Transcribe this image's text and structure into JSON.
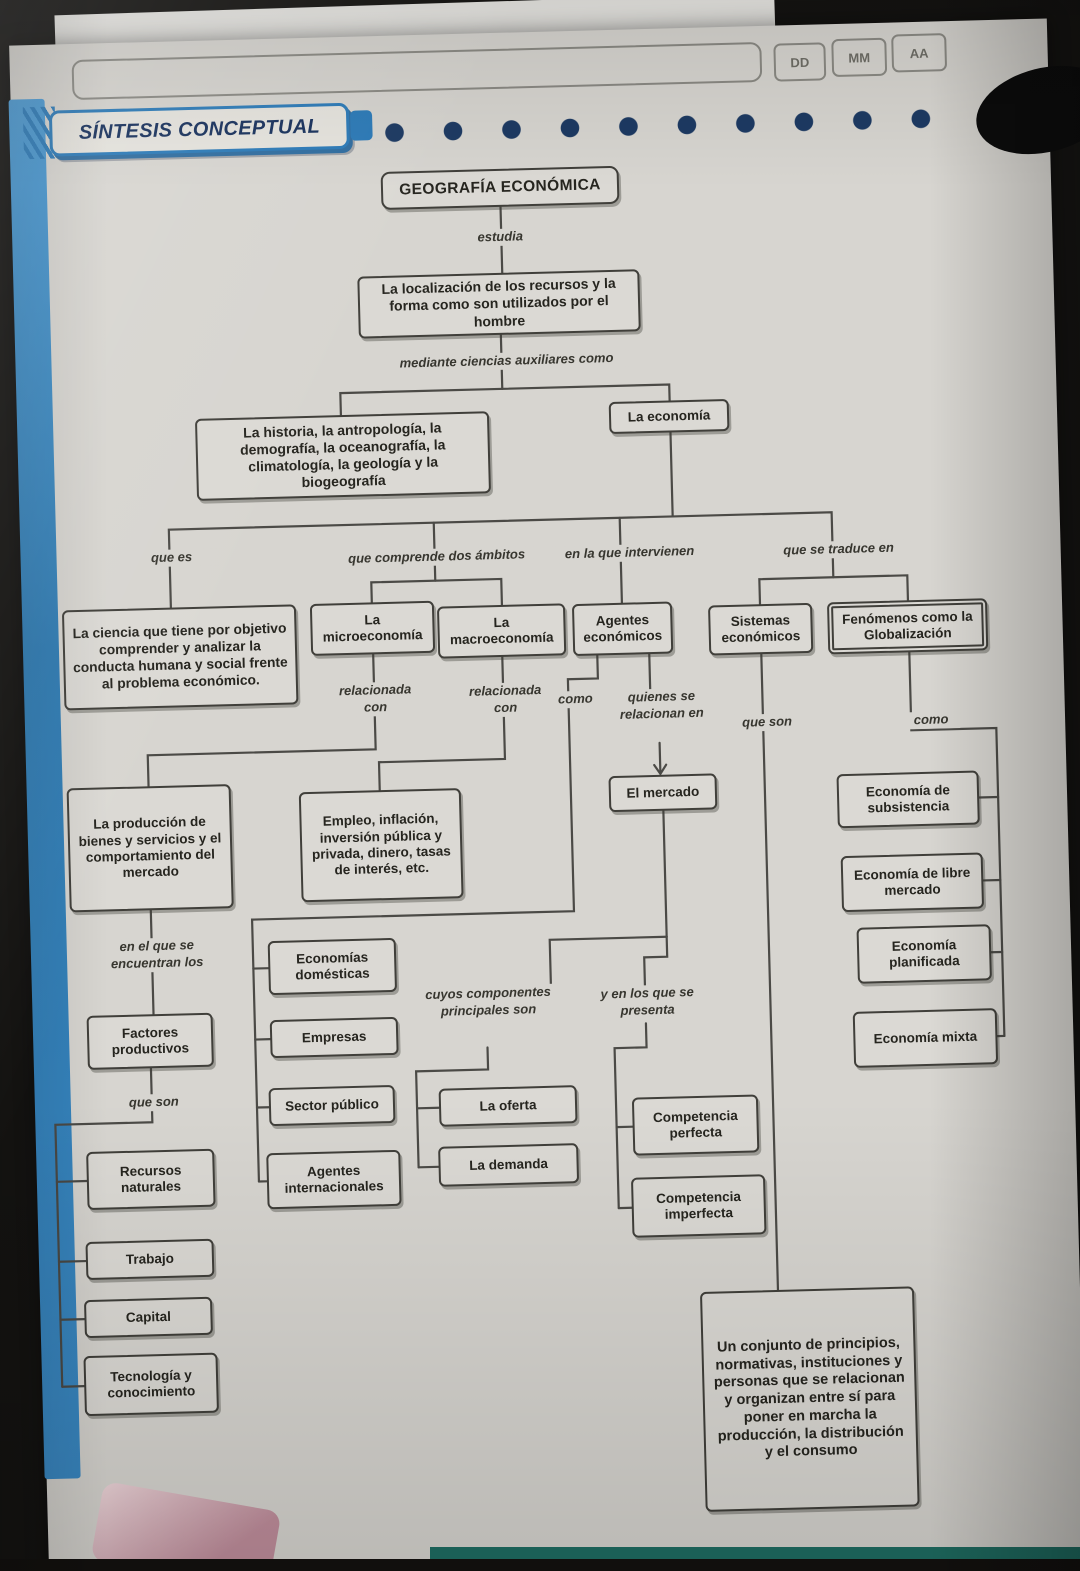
{
  "header": {
    "title": "SÍNTESIS CONCEPTUAL",
    "date_fields": [
      {
        "label": "DD"
      },
      {
        "label": "MM"
      },
      {
        "label": "AA"
      }
    ]
  },
  "colors": {
    "banner_blue": "#2b7ab8",
    "paper": "#d7d5d0",
    "ink": "#26251f"
  },
  "nodes": {
    "root": "GEOGRAFÍA ECONÓMICA",
    "localizacion": "La localización de los recursos y la forma como son utilizados por el hombre",
    "ciencias": "La historia, la antropología, la demografía, la oceanografía, la climatología, la geología y la biogeografía",
    "economia": "La economía",
    "ciencia_objetivo": "La ciencia que tiene por objetivo comprender y analizar la conducta humana y social frente al problema económico.",
    "micro": "La microeconomía",
    "macro": "La macroeconomía",
    "agentes": "Agentes económicos",
    "sistemas": "Sistemas económicos",
    "fenomenos": "Fenómenos como la Globalización",
    "produccion": "La producción de bienes y servicios y el comportamiento del mercado",
    "empleo": "Empleo, inflación, inversión pública y privada, dinero, tasas de interés, etc.",
    "mercado": "El mercado",
    "eco_subsistencia": "Economía de subsistencia",
    "eco_libre": "Economía de libre mercado",
    "eco_planificada": "Economía planificada",
    "eco_mixta": "Economía mixta",
    "eco_domesticas": "Economías domésticas",
    "empresas": "Empresas",
    "factores": "Factores productivos",
    "sector_publico": "Sector público",
    "oferta": "La oferta",
    "comp_perfecta": "Competencia perfecta",
    "recursos": "Recursos naturales",
    "agentes_int": "Agentes internacionales",
    "demanda": "La demanda",
    "comp_imperfecta": "Competencia imperfecta",
    "trabajo": "Trabajo",
    "capital": "Capital",
    "tecnologia": "Tecnología y conocimiento",
    "conjunto": "Un conjunto de principios, normativas, instituciones y personas que se relacionan y organizan entre sí para poner en marcha la producción, la distribución y el consumo"
  },
  "edge_labels": {
    "estudia": "estudia",
    "mediante": "mediante ciencias auxiliares como",
    "que_es": "que es",
    "comprende": "que comprende dos ámbitos",
    "intervienen": "en la que intervienen",
    "traduce": "que se traduce en",
    "relacionada_micro": "relacionada con",
    "relacionada_macro": "relacionada con",
    "como_agentes": "como",
    "quienes": "quienes se relacionan en",
    "que_son_sistemas": "que son",
    "como_fenomenos": "como",
    "en_el_que": "en el que se encuentran los",
    "cuyos": "cuyos componentes principales son",
    "y_en_los": "y en los que se presenta",
    "que_son_factores": "que son"
  }
}
